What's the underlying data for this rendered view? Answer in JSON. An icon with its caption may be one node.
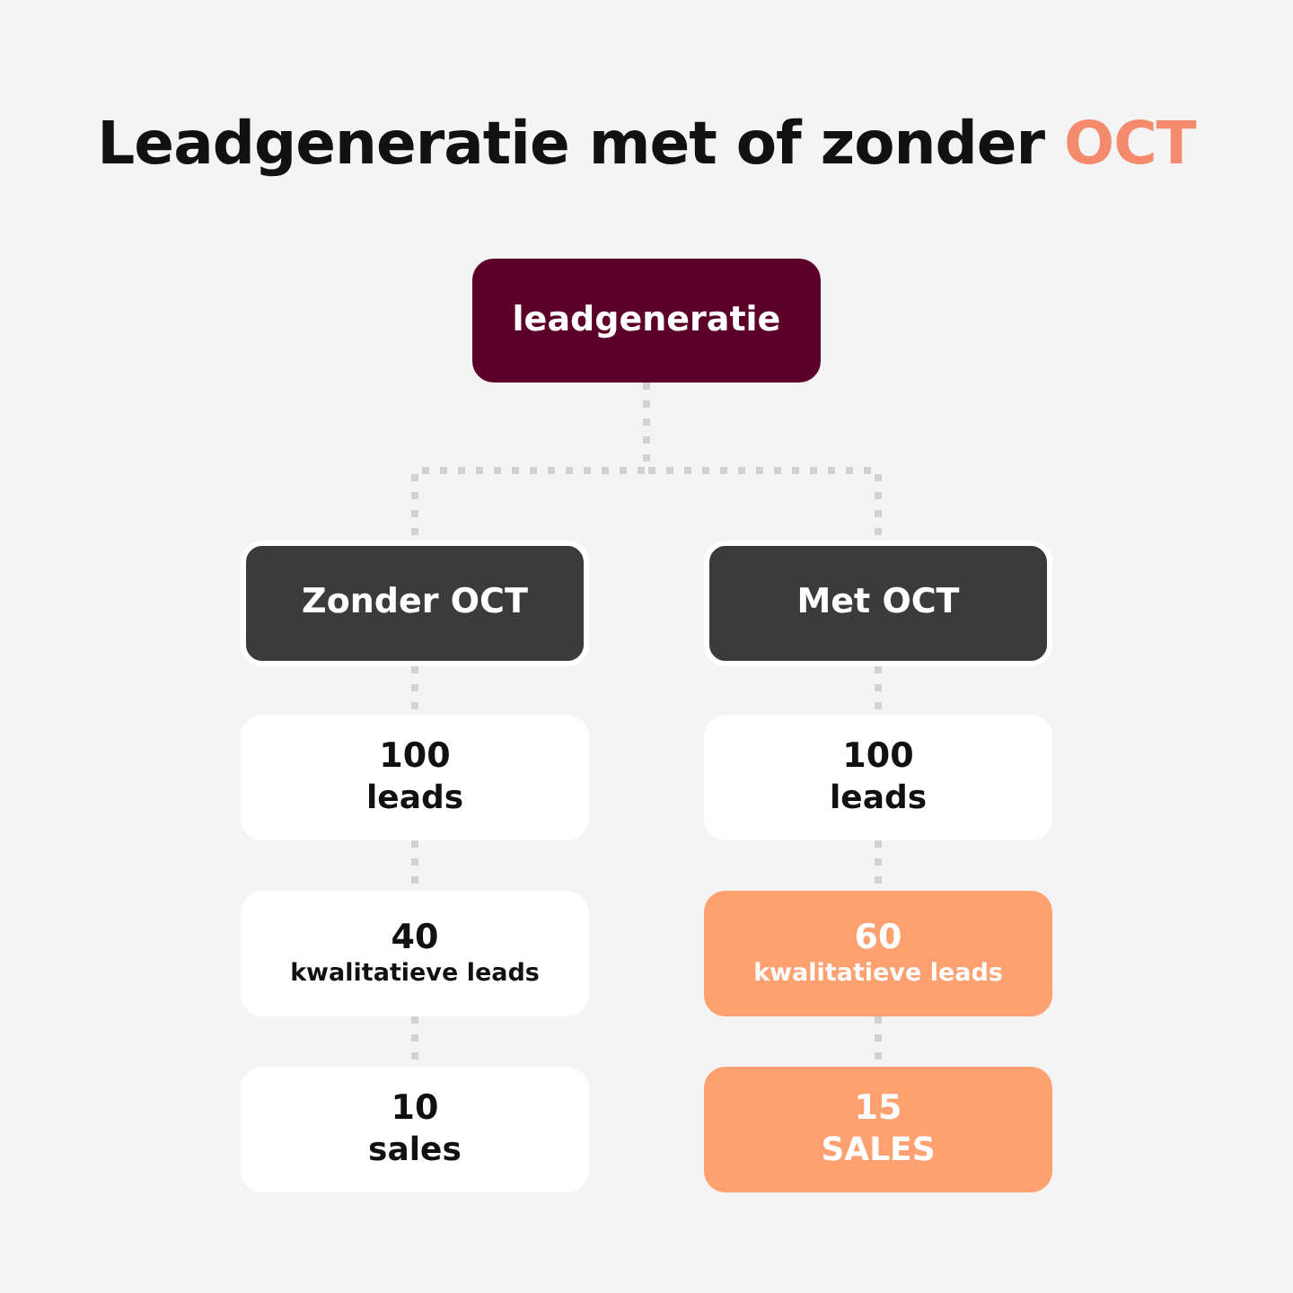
{
  "diagram": {
    "title": "Leadgeneratie met of zonder **OCT**",
    "nodes": [
      {
        "text": [
          "leadgeneratie"
        ]
      },
      {
        "text": [
          "Zonder OCT"
        ]
      },
      {
        "text": [
          "Met OCT"
        ]
      },
      {
        "text": [
          "100",
          "leads"
        ]
      },
      {
        "text": [
          "40",
          "kwalitatieve leads"
        ]
      },
      {
        "text": [
          "10",
          "sales"
        ]
      },
      {
        "text": [
          "100",
          "leads"
        ]
      },
      {
        "text": [
          "60",
          "kwalitatieve leads"
        ]
      },
      {
        "text": [
          "15",
          "SALES"
        ]
      }
    ],
    "edges": [
      {
        "from": 0,
        "to": 1,
        "arrow": "none",
        "style": "dashed"
      },
      {
        "from": 0,
        "to": 2,
        "arrow": "none",
        "style": "dashed"
      },
      {
        "from": 1,
        "to": 3,
        "arrow": "none",
        "style": "dashed"
      },
      {
        "from": 3,
        "to": 4,
        "arrow": "none",
        "style": "dashed"
      },
      {
        "from": 4,
        "to": 5,
        "arrow": "none",
        "style": "dashed"
      },
      {
        "from": 2,
        "to": 6,
        "arrow": "none",
        "style": "dashed"
      },
      {
        "from": 6,
        "to": 7,
        "arrow": "none",
        "style": "dashed"
      },
      {
        "from": 7,
        "to": 8,
        "arrow": "none",
        "style": "dashed"
      }
    ]
  }
}
